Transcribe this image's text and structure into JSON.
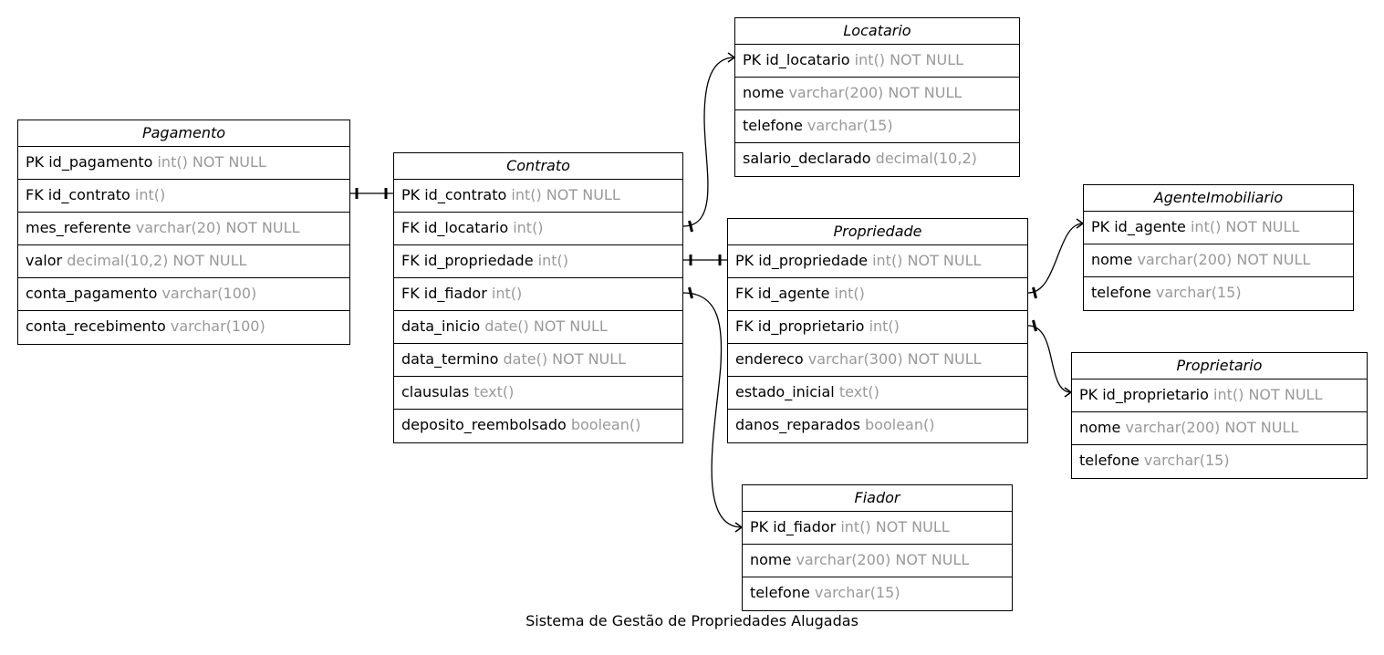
{
  "diagram": {
    "caption": "Sistema de Gestão de Propriedades Alugadas",
    "colors": {
      "line": "#000000",
      "type_text": "#999999",
      "background": "#ffffff"
    },
    "entities": [
      {
        "id": "pagamento",
        "title": "Pagamento",
        "columns": [
          {
            "name": "PK id_pagamento",
            "type": "int() NOT NULL"
          },
          {
            "name": "FK id_contrato",
            "type": "int()"
          },
          {
            "name": "mes_referente",
            "type": "varchar(20) NOT NULL"
          },
          {
            "name": "valor",
            "type": "decimal(10,2) NOT NULL"
          },
          {
            "name": "conta_pagamento",
            "type": "varchar(100)"
          },
          {
            "name": "conta_recebimento",
            "type": "varchar(100)"
          }
        ]
      },
      {
        "id": "contrato",
        "title": "Contrato",
        "columns": [
          {
            "name": "PK id_contrato",
            "type": "int() NOT NULL"
          },
          {
            "name": "FK id_locatario",
            "type": "int()"
          },
          {
            "name": "FK id_propriedade",
            "type": "int()"
          },
          {
            "name": "FK id_fiador",
            "type": "int()"
          },
          {
            "name": "data_inicio",
            "type": "date() NOT NULL"
          },
          {
            "name": "data_termino",
            "type": "date() NOT NULL"
          },
          {
            "name": "clausulas",
            "type": "text()"
          },
          {
            "name": "deposito_reembolsado",
            "type": "boolean()"
          }
        ]
      },
      {
        "id": "locatario",
        "title": "Locatario",
        "columns": [
          {
            "name": "PK id_locatario",
            "type": "int() NOT NULL"
          },
          {
            "name": "nome",
            "type": "varchar(200) NOT NULL"
          },
          {
            "name": "telefone",
            "type": "varchar(15)"
          },
          {
            "name": "salario_declarado",
            "type": "decimal(10,2)"
          }
        ]
      },
      {
        "id": "propriedade",
        "title": "Propriedade",
        "columns": [
          {
            "name": "PK id_propriedade",
            "type": "int() NOT NULL"
          },
          {
            "name": "FK id_agente",
            "type": "int()"
          },
          {
            "name": "FK id_proprietario",
            "type": "int()"
          },
          {
            "name": "endereco",
            "type": "varchar(300) NOT NULL"
          },
          {
            "name": "estado_inicial",
            "type": "text()"
          },
          {
            "name": "danos_reparados",
            "type": "boolean()"
          }
        ]
      },
      {
        "id": "agente",
        "title": "AgenteImobiliario",
        "columns": [
          {
            "name": "PK id_agente",
            "type": "int() NOT NULL"
          },
          {
            "name": "nome",
            "type": "varchar(200) NOT NULL"
          },
          {
            "name": "telefone",
            "type": "varchar(15)"
          }
        ]
      },
      {
        "id": "proprietario",
        "title": "Proprietario",
        "columns": [
          {
            "name": "PK id_proprietario",
            "type": "int() NOT NULL"
          },
          {
            "name": "nome",
            "type": "varchar(200) NOT NULL"
          },
          {
            "name": "telefone",
            "type": "varchar(15)"
          }
        ]
      },
      {
        "id": "fiador",
        "title": "Fiador",
        "columns": [
          {
            "name": "PK id_fiador",
            "type": "int() NOT NULL"
          },
          {
            "name": "nome",
            "type": "varchar(200) NOT NULL"
          },
          {
            "name": "telefone",
            "type": "varchar(15)"
          }
        ]
      }
    ],
    "relationships": [
      {
        "from": "pagamento.FK id_contrato",
        "to": "contrato.PK id_contrato",
        "from_end": "one",
        "to_end": "one"
      },
      {
        "from": "contrato.FK id_locatario",
        "to": "locatario.PK id_locatario",
        "from_end": "one",
        "to_end": "many"
      },
      {
        "from": "contrato.FK id_propriedade",
        "to": "propriedade.PK id_propriedade",
        "from_end": "one",
        "to_end": "one"
      },
      {
        "from": "contrato.FK id_fiador",
        "to": "fiador.PK id_fiador",
        "from_end": "one",
        "to_end": "many"
      },
      {
        "from": "propriedade.FK id_agente",
        "to": "agente.PK id_agente",
        "from_end": "one",
        "to_end": "many"
      },
      {
        "from": "propriedade.FK id_proprietario",
        "to": "proprietario.PK id_proprietario",
        "from_end": "one",
        "to_end": "many"
      }
    ]
  }
}
